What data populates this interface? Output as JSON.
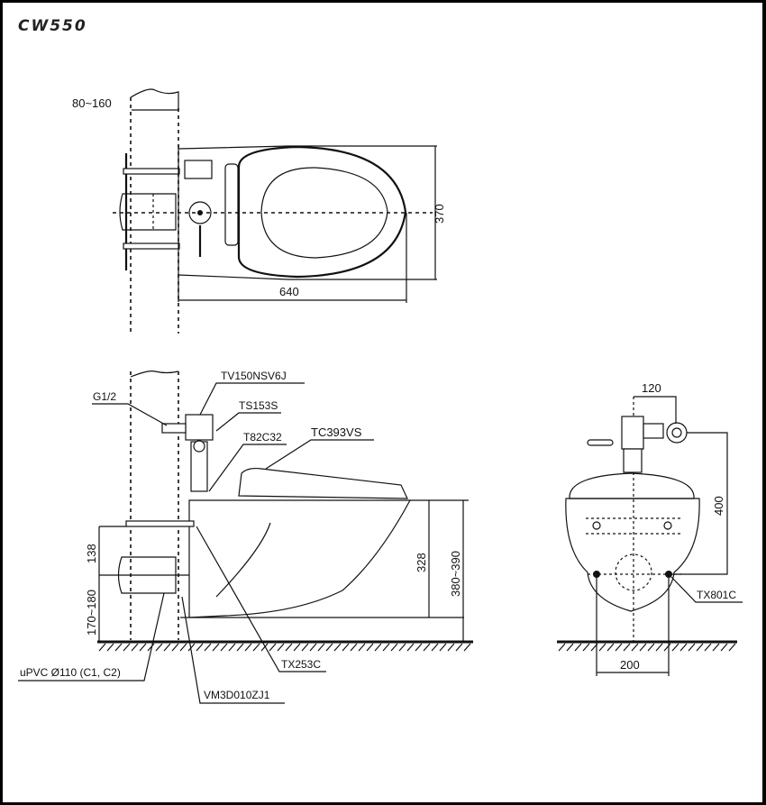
{
  "title": "CW550",
  "top_view": {
    "wall_thickness": "80~160",
    "width": "370",
    "length": "640"
  },
  "side_view": {
    "callouts": {
      "valve": "TV150NSV6J",
      "inlet": "G1/2",
      "stop": "TS153S",
      "connector": "T82C32",
      "seat": "TC393VS",
      "bracket": "TX253C",
      "drain_pipe": "uPVC Ø110 (C1, C2)",
      "flange": "VM3D010ZJ1"
    },
    "dims": {
      "bolt_height": "138",
      "drain_height": "170~180",
      "bowl_height": "328",
      "rim_height": "380~390"
    }
  },
  "front_view": {
    "callouts": {
      "anchor": "TX801C"
    },
    "dims": {
      "valve_offset": "120",
      "valve_height": "400",
      "anchor_spacing": "200"
    }
  }
}
